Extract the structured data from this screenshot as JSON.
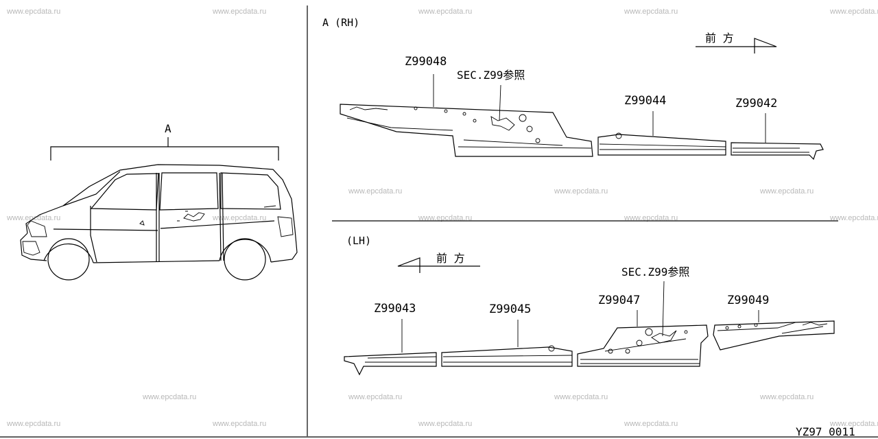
{
  "watermark": "www.epcdata.ru",
  "vehicle_view": {
    "callout": "A"
  },
  "rh_section": {
    "title": "A (RH)",
    "front_label": "前 方",
    "parts": [
      "Z99048",
      "Z99044",
      "Z99042"
    ],
    "see_ref": "SEC.Z99参照"
  },
  "lh_section": {
    "title": "(LH)",
    "front_label": "前 方",
    "parts": [
      "Z99043",
      "Z99045",
      "Z99047",
      "Z99049"
    ],
    "see_ref": "SEC.Z99参照"
  },
  "figure_code": "YZ97 0011",
  "colors": {
    "ink": "#000000",
    "watermark": "#b8b8b8",
    "background": "#ffffff"
  }
}
